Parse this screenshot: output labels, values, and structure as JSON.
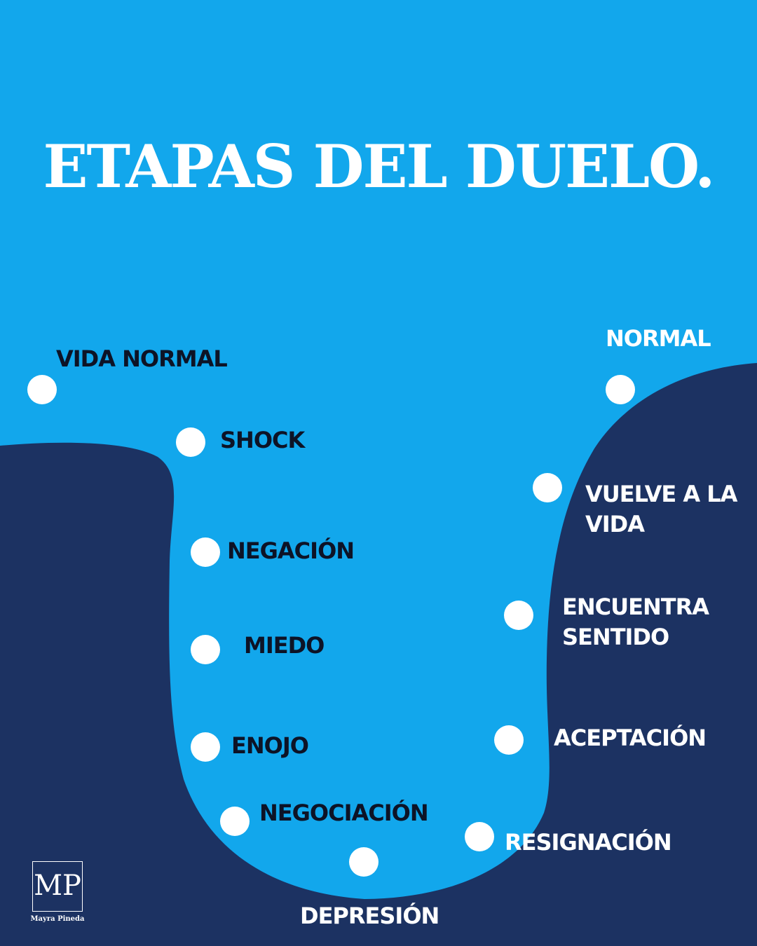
{
  "title": "ETAPAS DEL DUELO.",
  "colors": {
    "sky": "#12a7ec",
    "navy": "#1c3262",
    "white": "#ffffff",
    "dark_text": "#0d1326"
  },
  "stages": {
    "vida_normal": "VIDA NORMAL",
    "shock": "SHOCK",
    "negacion": "NEGACIÓN",
    "miedo": "MIEDO",
    "enojo": "ENOJO",
    "negociacion": "NEGOCIACIÓN",
    "depresion": "DEPRESIÓN",
    "resignacion": "RESIGNACIÓN",
    "aceptacion": "ACEPTACIÓN",
    "encuentra_sentido": [
      "ENCUENTRA",
      "SENTIDO"
    ],
    "vuelve_a_la_vida": [
      "VUELVE A LA",
      "VIDA"
    ],
    "normal": "NORMAL"
  },
  "logo": {
    "monogram": "MP",
    "name": "Mayra Pineda"
  }
}
